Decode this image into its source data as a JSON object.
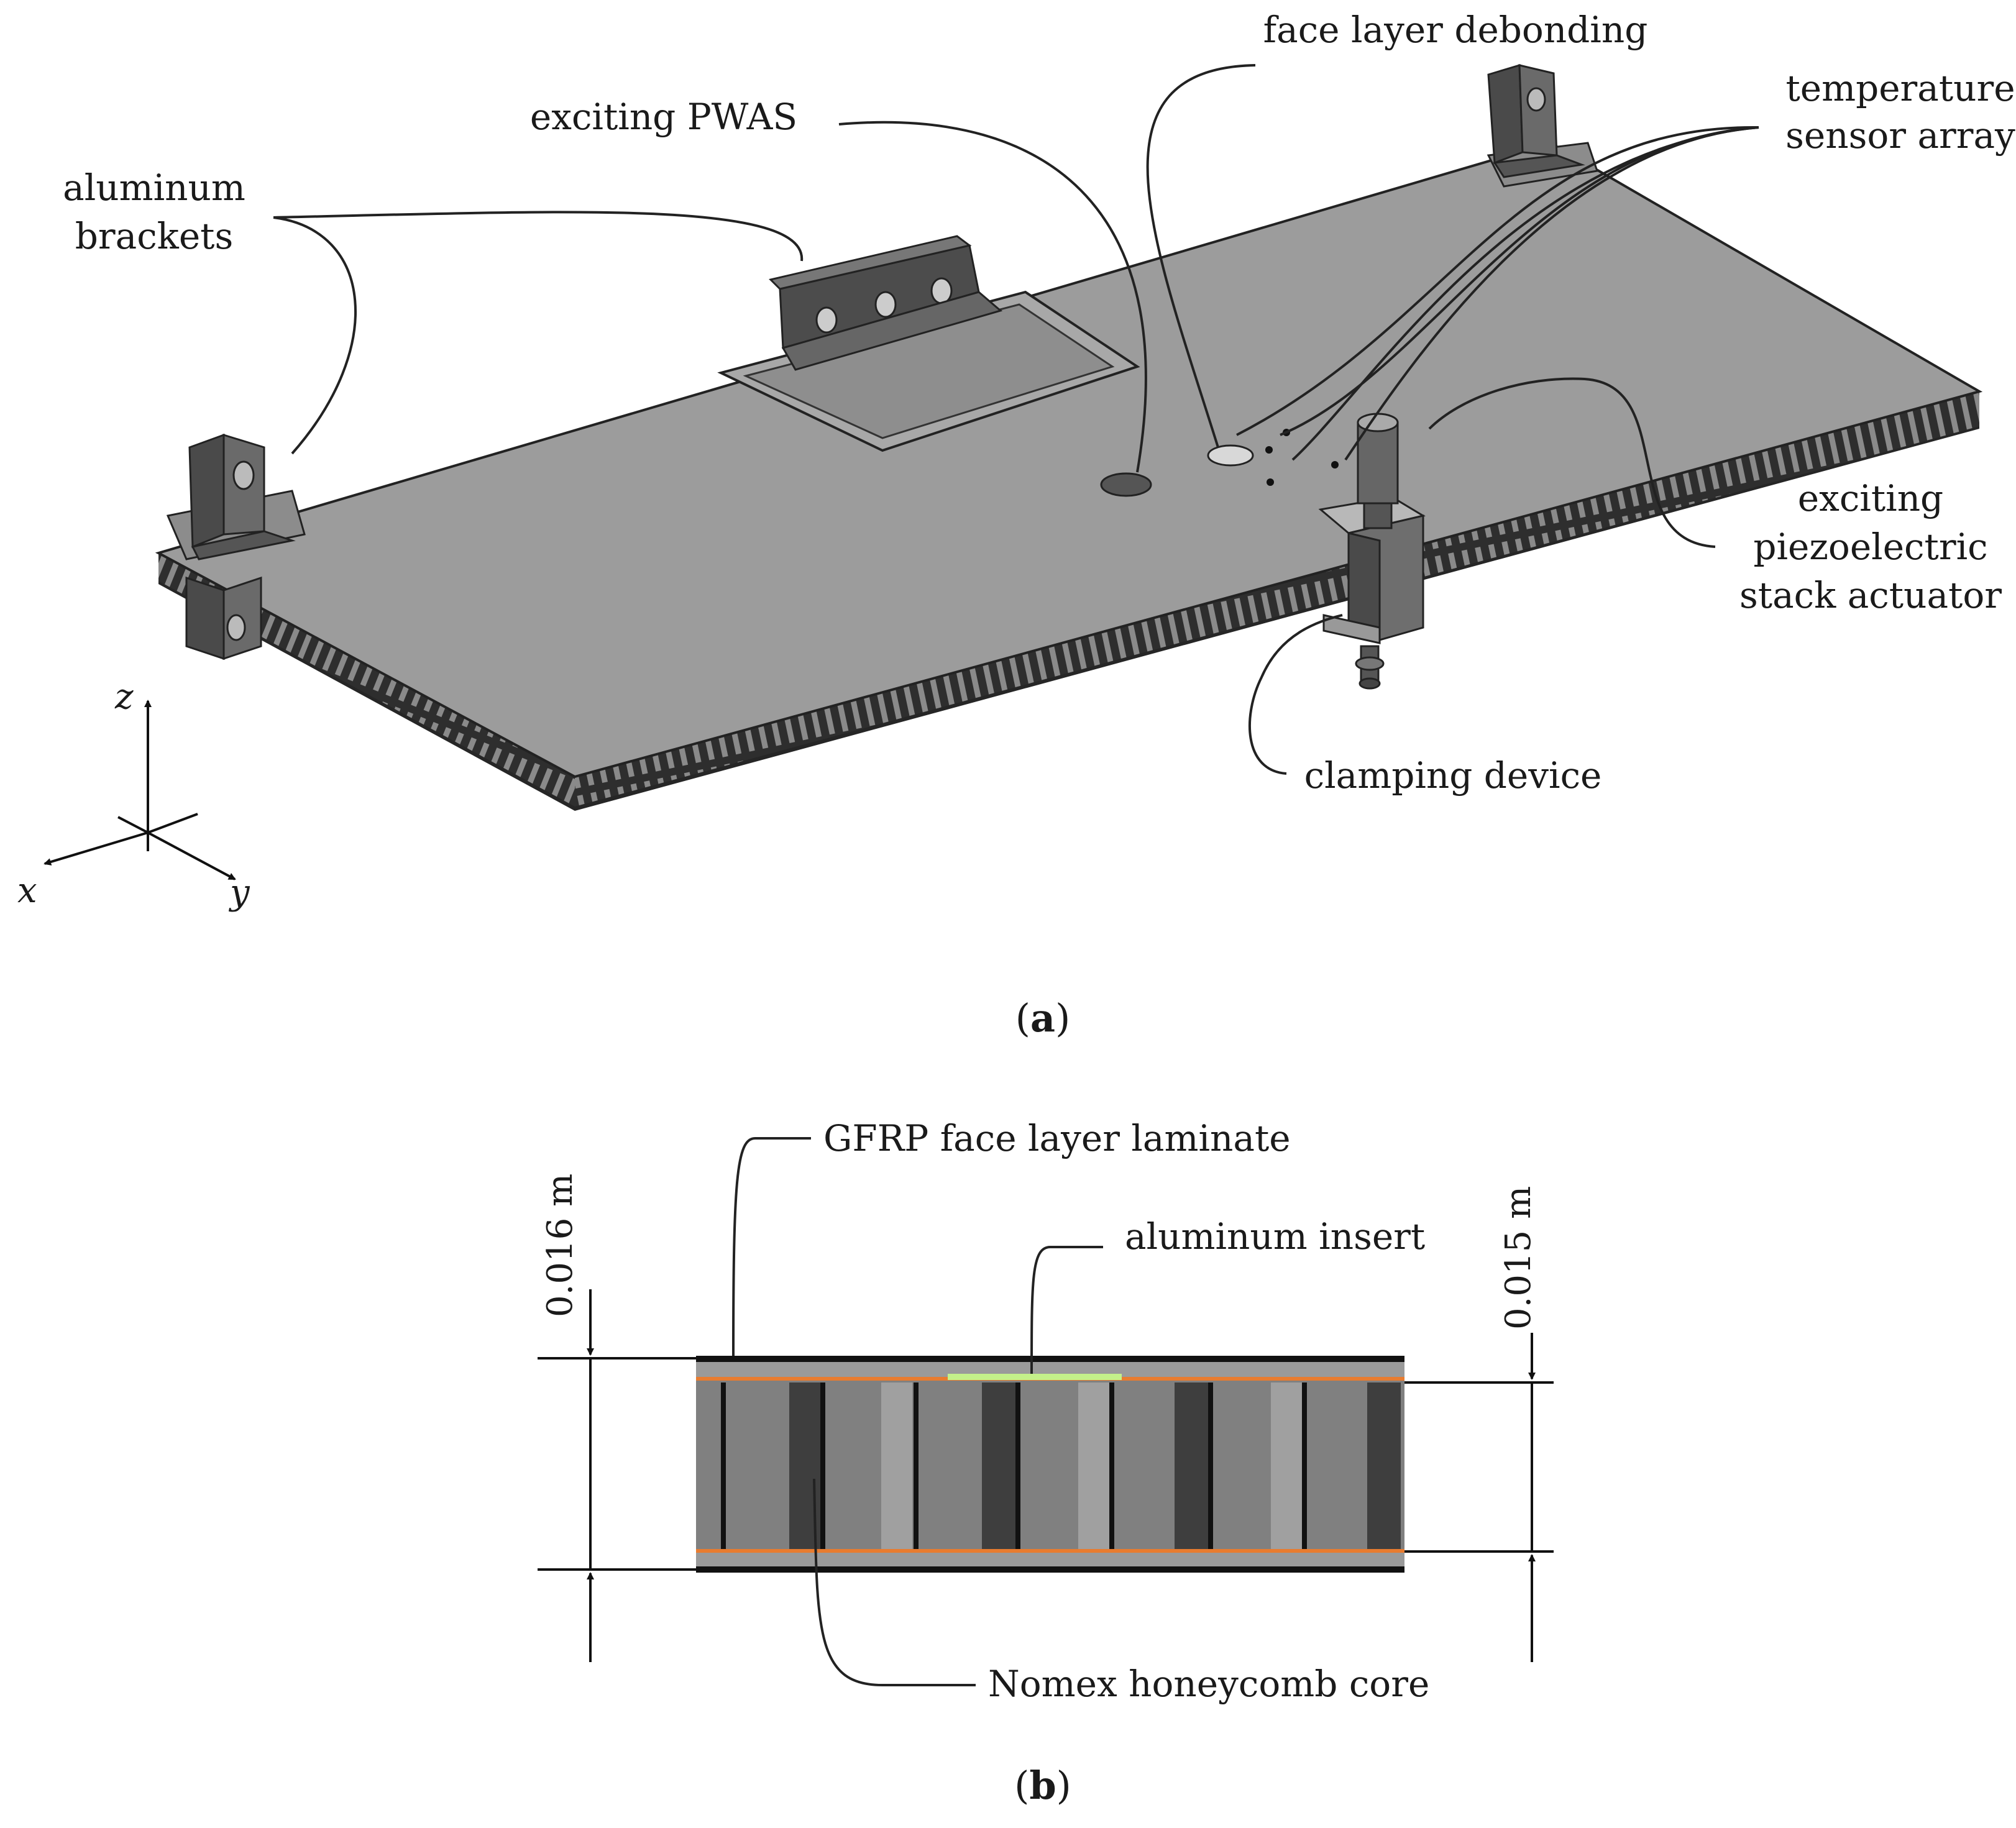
{
  "panel_a": {
    "caption": "(a)",
    "caption_letter": "a",
    "labels": {
      "aluminum_brackets_1": "aluminum",
      "aluminum_brackets_2": "brackets",
      "exciting_pwas": "exciting PWAS",
      "face_layer_debonding": "face layer debonding",
      "temperature_sensor_array_1": "temperature",
      "temperature_sensor_array_2": "sensor array",
      "exciting_stack_1": "exciting",
      "exciting_stack_2": "piezoelectric",
      "exciting_stack_3": "stack actuator",
      "clamping_device": "clamping device"
    },
    "axes": {
      "x": "x",
      "y": "y",
      "z": "z"
    }
  },
  "panel_b": {
    "caption": "(b)",
    "caption_letter": "b",
    "labels": {
      "gfrp": "GFRP face layer laminate",
      "insert": "aluminum insert",
      "core": "Nomex honeycomb core"
    },
    "dimensions": {
      "total_thickness": "0.016 m",
      "core_thickness": "0.015 m"
    }
  },
  "colors": {
    "plate": "#9a9a9a",
    "bracket": "#5e5e5e",
    "core_light": "#808080",
    "core_dark": "#3c3c3c",
    "face_edge": "#111111",
    "adhesive": "#e87c30",
    "insert": "#c4f08a"
  }
}
